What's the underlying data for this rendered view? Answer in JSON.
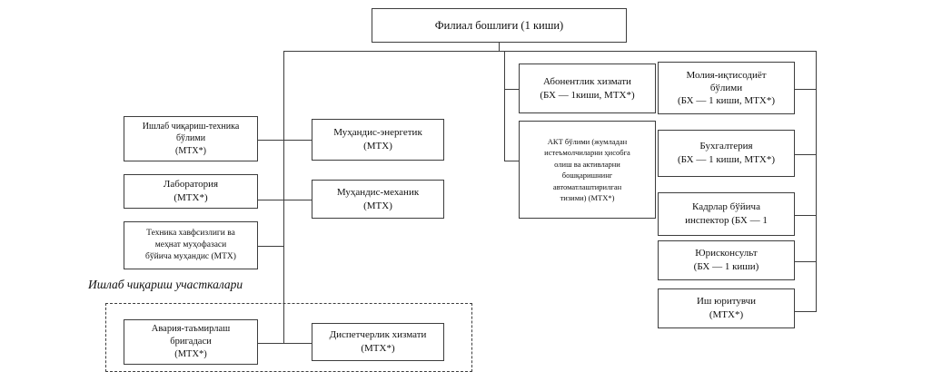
{
  "diagram": {
    "title": "Филиал бошлиғи (1 киши)",
    "type": "organizational-chart",
    "root": {
      "label": "Филиал бошлиғи (1 киши)"
    },
    "group": {
      "label": "Ишлаб чиқариш участкалари"
    },
    "nodes": {
      "abonentlik": "Абонентлик хизмати\n(БХ — 1киши, МТХ*)",
      "akt": "АКТ бўлими (жумладан\nистеъмолчиларни ҳисобга\nолиш ва активларни\nбошқаришнинг\nавтоматлаштирилган\nтизими) (МТХ*)",
      "moliya": "Молия-иқтисодиёт\nбўлими\n(БХ — 1 киши, МТХ*)",
      "buhgalteriya": "Бухгалтерия\n(БХ — 1 киши, МТХ*)",
      "kadrlar": "Кадрлар бўйича\nинспектор (БХ — 1",
      "yurisconsult": "Юрисконсульт\n(БХ — 1 киши)",
      "ish_yurituvchi": "Иш юритувчи\n(МТХ*)",
      "ishlab_chiqarish": "Ишлаб чиқариш-техника\nбўлими\n(МТХ*)",
      "laboratoriya": "Лаборатория\n(МТХ*)",
      "texnika_xavfsizligi": "Техника хавфсизлиги ва\nмеҳнат муҳофазаси\nбўйича муҳандис (МТХ)",
      "muhandis_energetik": "Муҳандис-энергетик\n(МТХ)",
      "muhandis_mexanik": "Муҳандис-механик\n(МТХ)",
      "avariya": "Авария-таъмирлаш\nбригадаси\n(МТХ*)",
      "dispetcherlik": "Диспетчерлик хизмати\n(МТХ*)"
    },
    "colors": {
      "border": "#3d3d3d",
      "text": "#101010",
      "background": "#ffffff"
    }
  }
}
